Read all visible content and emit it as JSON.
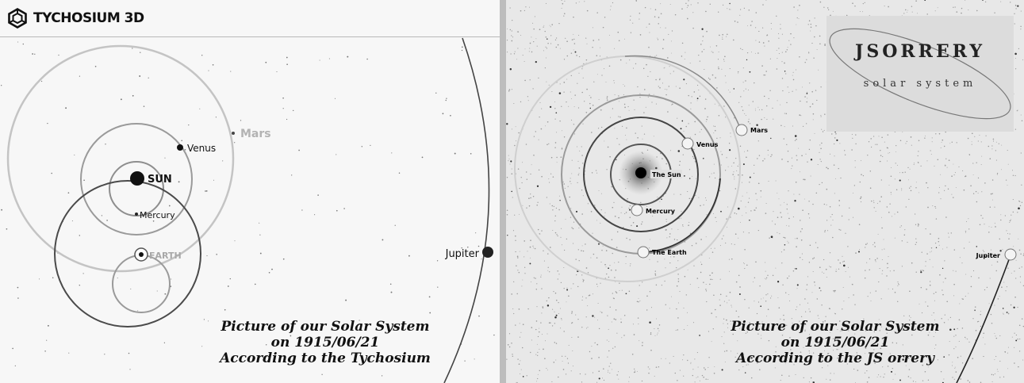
{
  "left": {
    "app_title": "TYCHOSIUM 3D",
    "labels": {
      "sun": "SUN",
      "venus": "Venus",
      "mars": "Mars",
      "mercury": "Mercury",
      "earth": "EARTH",
      "jupiter": "Jupiter"
    },
    "caption": {
      "line1": "Picture of our Solar System",
      "line2": "on 1915/06/21",
      "line3": "According to the Tychosium"
    }
  },
  "right": {
    "logo": {
      "title": "JSORRERY",
      "subtitle": "solar system"
    },
    "labels": {
      "sun": "The Sun",
      "venus": "Venus",
      "mars": "Mars",
      "mercury": "Mercury",
      "earth": "The Earth",
      "jupiter": "Jupiter"
    },
    "caption": {
      "line1": "Picture of our Solar System",
      "line2": "on 1915/06/21",
      "line3": "According to the JS orrery"
    }
  },
  "colors": {
    "left_bg": "#f7f7f7",
    "right_bg": "#e8e8e8",
    "divider": "#bdbdbd",
    "orbit_light": "#bdbdbd",
    "orbit_mid": "#8e8e8e",
    "orbit_dark": "#444444"
  },
  "icons": {
    "app_logo": "cube-logo-icon"
  }
}
